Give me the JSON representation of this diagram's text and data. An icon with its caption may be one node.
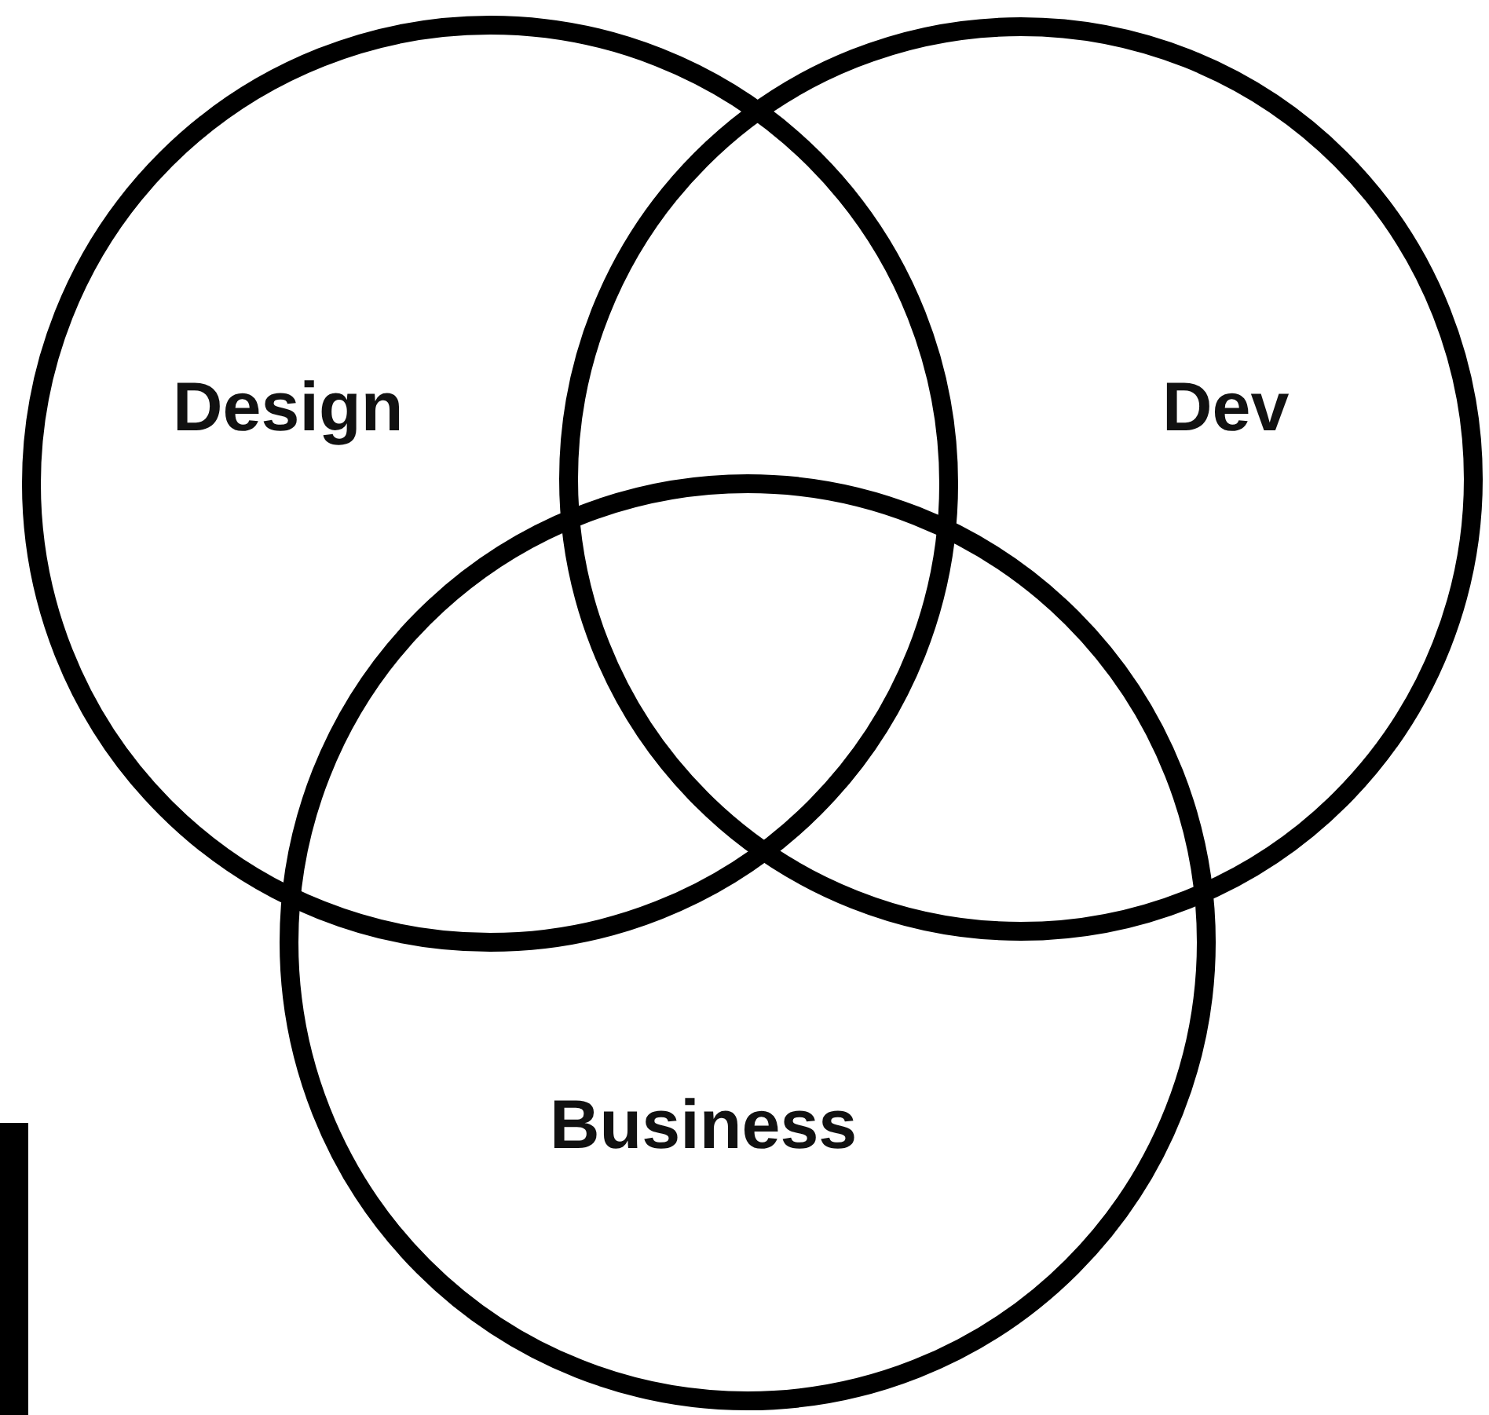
{
  "diagram": {
    "nodes": [
      {
        "text": [
          "Design"
        ]
      },
      {
        "text": [
          "Dev"
        ]
      },
      {
        "text": [
          "Business"
        ]
      },
      {
        "text": [],
        "shape": "bar"
      }
    ]
  }
}
